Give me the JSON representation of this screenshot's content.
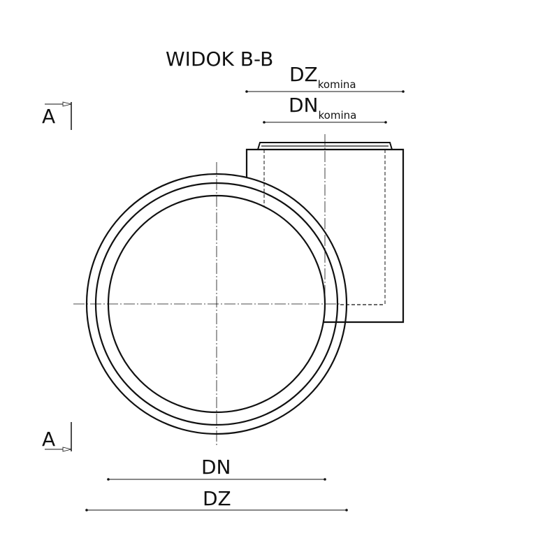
{
  "title": "WIDOK B-B",
  "section_marks": {
    "top": "A",
    "bottom": "A"
  },
  "dimensions": {
    "dz_komina": {
      "main": "DZ",
      "sub": "komina"
    },
    "dn_komina": {
      "main": "DN",
      "sub": "komina"
    },
    "dn": "DN",
    "dz": "DZ"
  },
  "colors": {
    "line": "#111111",
    "background": "#ffffff"
  }
}
